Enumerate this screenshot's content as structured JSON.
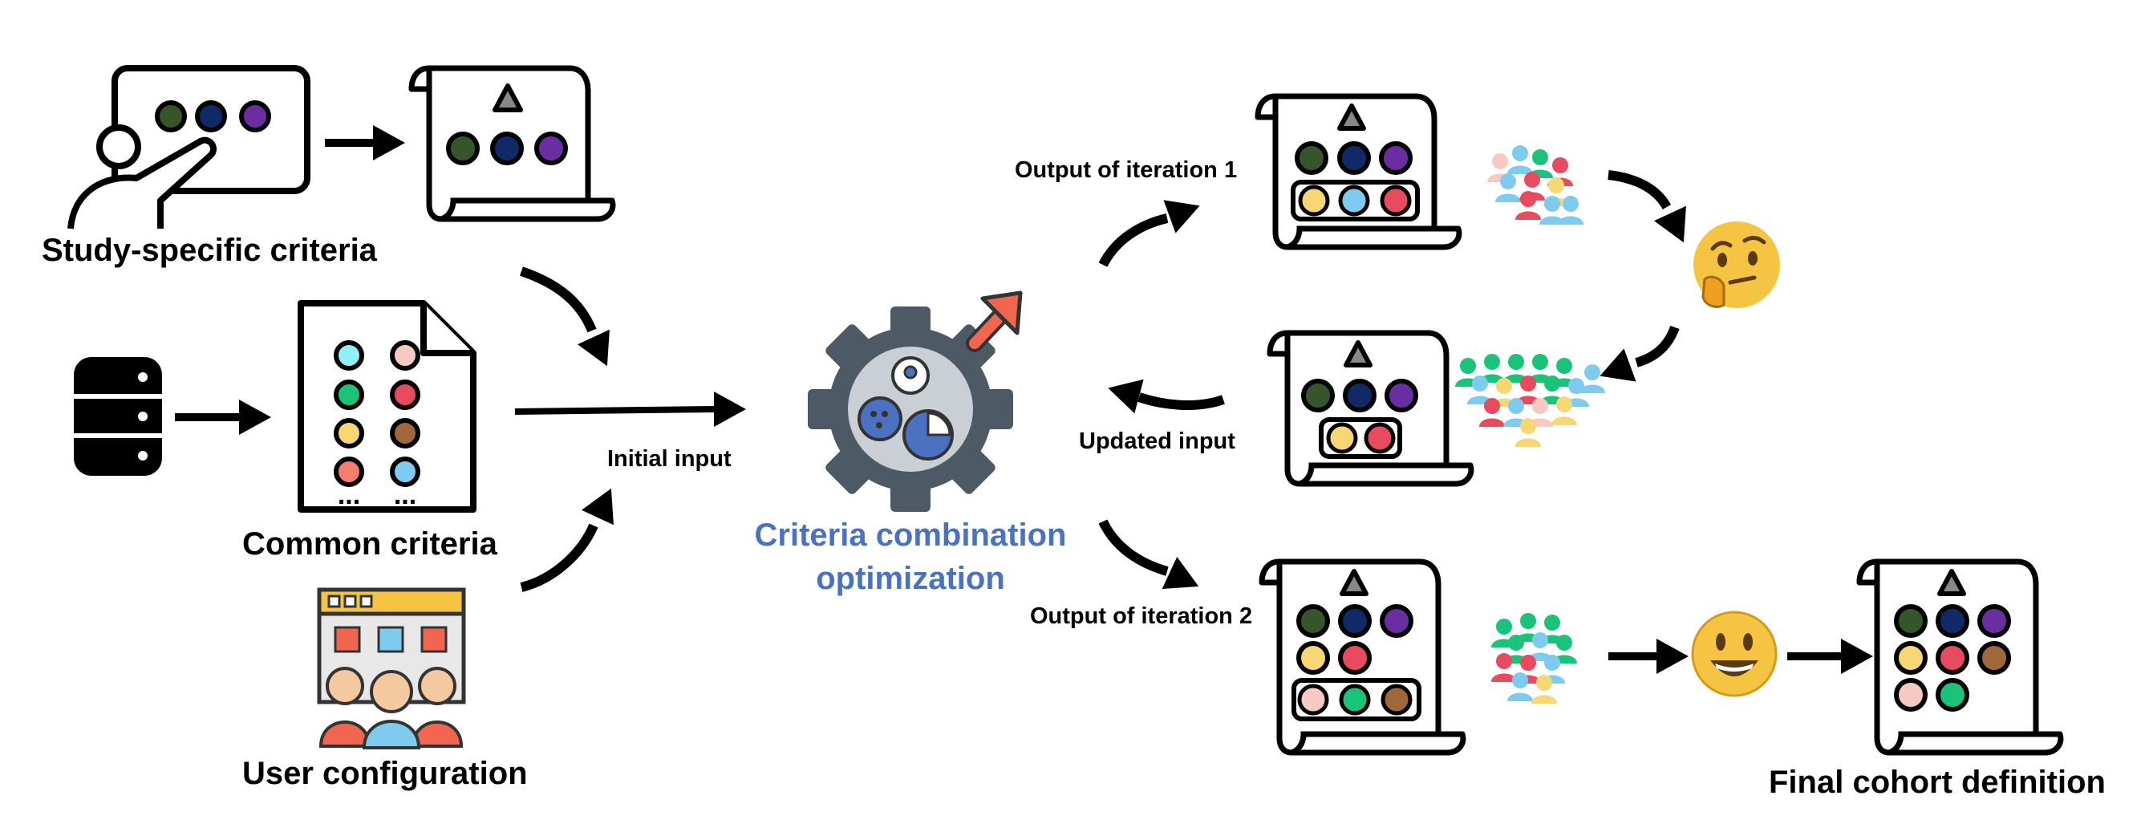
{
  "labels": {
    "study_specific": "Study-specific criteria",
    "common": "Common criteria",
    "user_config": "User configuration",
    "initial_input": "Initial input",
    "optimization_line1": "Criteria combination",
    "optimization_line2": "optimization",
    "output_iter1": "Output of iteration 1",
    "updated_input": "Updated input",
    "output_iter2": "Output of iteration 2",
    "final": "Final cohort definition"
  },
  "common_dots": "...",
  "colors": {
    "dark_green": "#37552a",
    "navy": "#0f2a66",
    "purple": "#6b2ea0",
    "yellow": "#f7d774",
    "light_blue": "#7ecbef",
    "red": "#e84a5f",
    "cyan": "#8ff0f5",
    "green": "#1bc27a",
    "pink": "#f6c9c3",
    "brown": "#a0673a",
    "salmon": "#f47d6b",
    "gray": "#888888",
    "gear": "#4d5a66",
    "accent_blue": "#4a72c0",
    "arrow_red": "#f26650",
    "emoji": "#f6c443"
  },
  "icons": [
    "whiteboard-presenter-icon",
    "scroll-icon",
    "database-icon",
    "document-icon",
    "users-window-icon",
    "gear-icon",
    "crowd-icon",
    "thinking-emoji-icon",
    "smiling-emoji-icon",
    "arrow-icon"
  ]
}
